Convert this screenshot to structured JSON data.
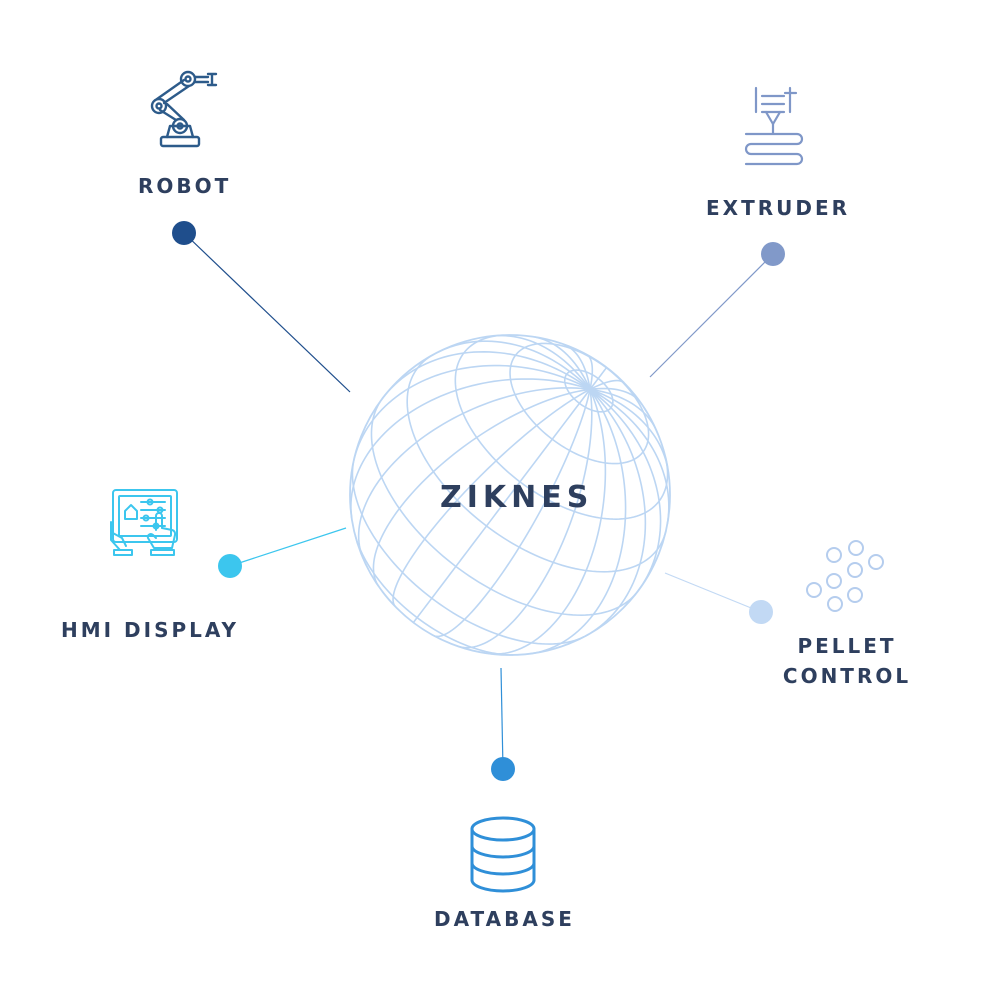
{
  "center": {
    "label": "ZIKNES"
  },
  "nodes": [
    {
      "id": "robot",
      "label": "ROBOT",
      "icon": "robot-arm-icon",
      "color": "#1f4e8c"
    },
    {
      "id": "extruder",
      "label": "EXTRUDER",
      "icon": "extruder-icon",
      "color": "#8199c9"
    },
    {
      "id": "hmi",
      "label": "HMI DISPLAY",
      "icon": "hmi-touchscreen-icon",
      "color": "#3cc6ee"
    },
    {
      "id": "pellet",
      "label_lines": [
        "PELLET",
        "CONTROL"
      ],
      "icon": "pellets-icon",
      "color": "#c2d9f4"
    },
    {
      "id": "database",
      "label": "DATABASE",
      "icon": "database-icon",
      "color": "#2f8fd8"
    }
  ],
  "colors": {
    "globe": "#bcd6f3",
    "text": "#2e3f5e",
    "robot_icon": "#2d5b8a",
    "extruder_icon": "#7f97c8",
    "hmi_icon": "#3cc6ee",
    "pellet_icon": "#b5cdee",
    "database_icon": "#2f8fd8"
  }
}
